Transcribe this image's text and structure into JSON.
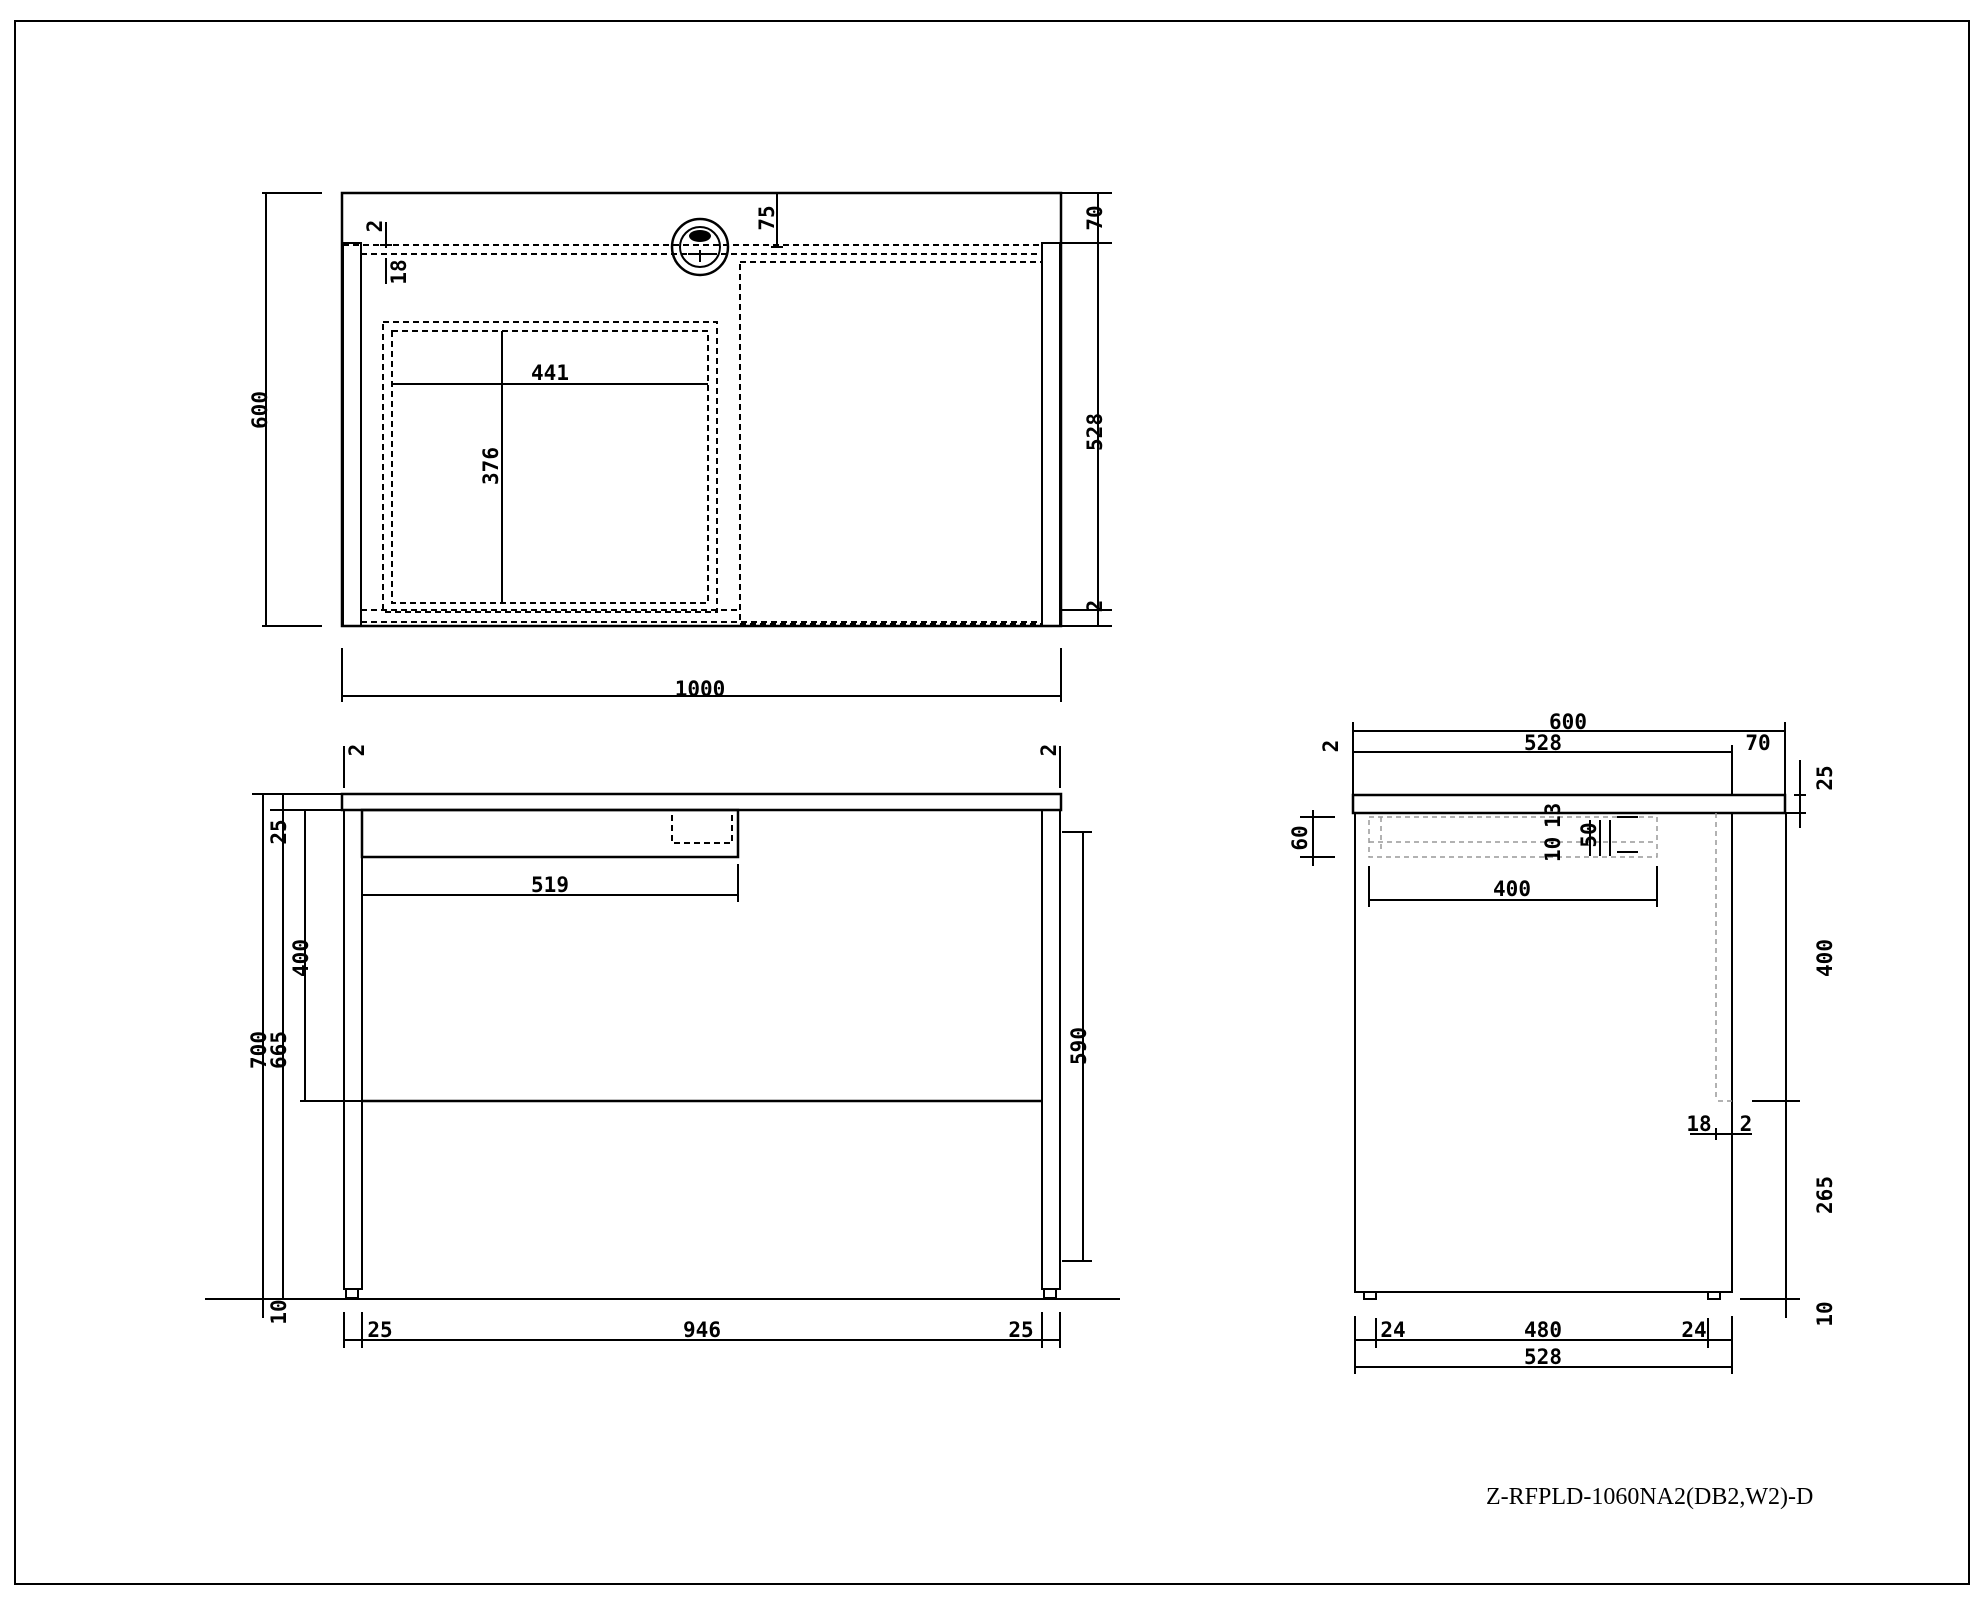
{
  "drawing_code": "Z-RFPLD-1060NA2(DB2,W2)-D",
  "plan_view": {
    "width": "1000",
    "depth": "600",
    "front_strip": "70",
    "inner_depth": "528",
    "side_gap": "2",
    "grommet_offset": "75",
    "top_gap": "2",
    "panel_thickness": "18",
    "drawer_width": "441",
    "drawer_depth": "376"
  },
  "front_view": {
    "top_gap_left": "2",
    "top_gap_right": "2",
    "top_thickness": "25",
    "drawer_height": "400",
    "height": "700",
    "inner_height": "665",
    "drawer_width": "519",
    "leg_height": "590",
    "foot": "10",
    "leg_left": "25",
    "span": "946",
    "leg_right": "25"
  },
  "side_view": {
    "depth": "600",
    "inner_depth": "528",
    "overhang": "70",
    "left_gap": "2",
    "top_thickness": "25",
    "drawer_face": "60",
    "dim_10": "10",
    "dim_13": "13",
    "dim_50": "50",
    "drawer_depth": "400",
    "modesty_height": "400",
    "panel_thickness": "18",
    "panel_gap": "2",
    "lower_height": "265",
    "foot": "10",
    "base_left": "24",
    "base_mid": "480",
    "base_right": "24",
    "base_total": "528"
  }
}
